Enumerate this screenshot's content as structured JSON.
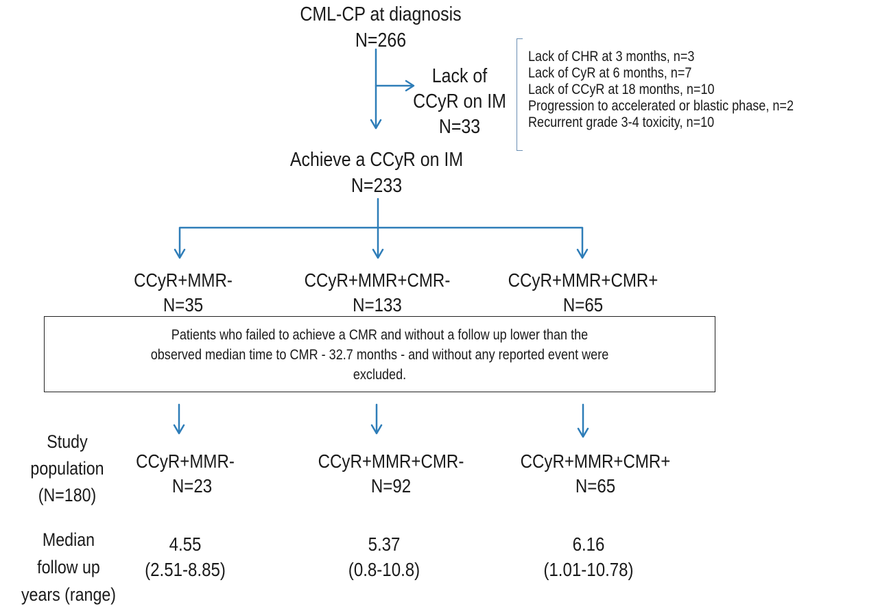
{
  "diagnosis": {
    "title": "CML-CP at diagnosis",
    "n": "N=266"
  },
  "lack": {
    "line1": "Lack of",
    "line2": "CCyR on IM",
    "n": "N=33"
  },
  "reasons": [
    "Lack of CHR at 3 months, n=3",
    "Lack of CyR at 6 months, n=7",
    "Lack of CCyR at 18 months, n=10",
    "Progression to accelerated or blastic phase, n=2",
    "Recurrent grade 3-4 toxicity, n=10"
  ],
  "achieve": {
    "title": "Achieve a CCyR on IM",
    "n": "N=233"
  },
  "groups": [
    {
      "label": "CCyR+MMR-",
      "n": "N=35"
    },
    {
      "label": "CCyR+MMR+CMR-",
      "n": "N=133"
    },
    {
      "label": "CCyR+MMR+CMR+",
      "n": "N=65"
    }
  ],
  "exclusion_note": [
    "Patients who failed to achieve a CMR and without a follow up lower than the",
    "observed median time to CMR - 32.7 months - and without any reported event were",
    "excluded."
  ],
  "study_population": {
    "line1": "Study",
    "line2": "population",
    "line3": "(N=180)"
  },
  "study_groups": [
    {
      "label": "CCyR+MMR-",
      "n": "N=23"
    },
    {
      "label": "CCyR+MMR+CMR-",
      "n": "N=92"
    },
    {
      "label": "CCyR+MMR+CMR+",
      "n": "N=65"
    }
  ],
  "followup_label": {
    "line1": "Median",
    "line2": "follow up",
    "line3": "years (range)"
  },
  "followup": [
    {
      "median": "4.55",
      "range": "(2.51-8.85)"
    },
    {
      "median": "5.37",
      "range": "(0.8-10.8)"
    },
    {
      "median": "6.16",
      "range": "(1.01-10.78)"
    }
  ],
  "colors": {
    "arrow": "#2e7db8",
    "text": "#1a1a1a",
    "box_border": "#222222"
  }
}
